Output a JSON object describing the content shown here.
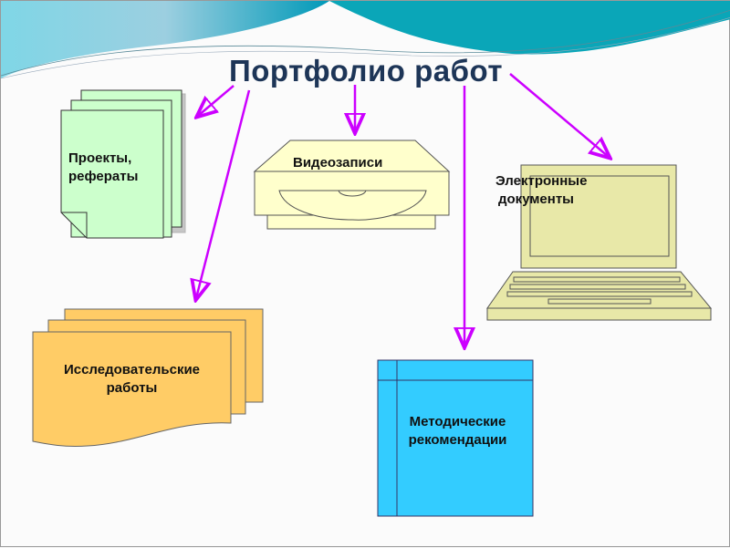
{
  "title": "Портфолио работ",
  "nodes": {
    "projects": {
      "line1": "Проекты,",
      "line2": "рефераты"
    },
    "video": {
      "label": "Видеозаписи"
    },
    "electronic": {
      "line1": "Электронные",
      "line2": "документы"
    },
    "research": {
      "line1": "Исследовательские",
      "line2": "работы"
    },
    "methodical": {
      "line1": "Методические",
      "line2": "рекомендации"
    }
  },
  "colors": {
    "arrow": "#cc00ff",
    "projects": "#ccffcc",
    "video": "#ffffcc",
    "laptop": "#e8e8a8",
    "research": "#ffcc66",
    "methodical": "#33ccff"
  }
}
